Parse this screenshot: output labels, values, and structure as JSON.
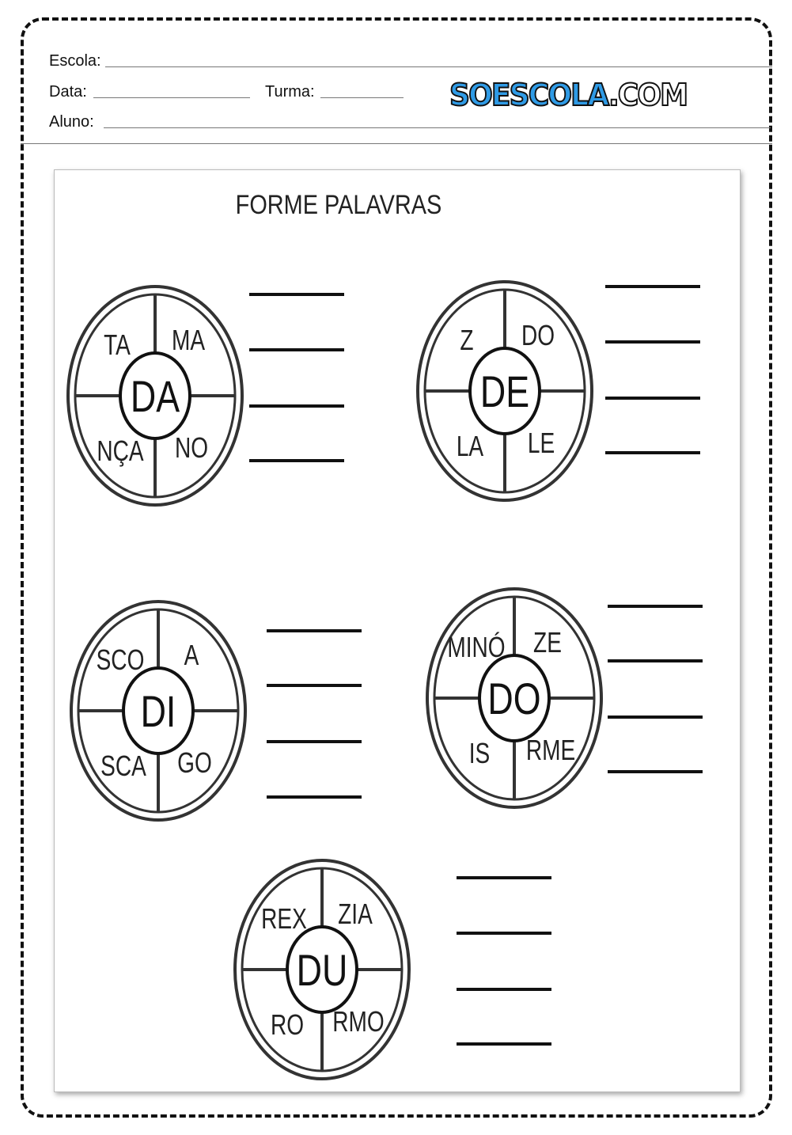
{
  "header": {
    "school_label": "Escola:",
    "date_label": "Data:",
    "class_label": "Turma:",
    "student_label": "Aluno:"
  },
  "logo": {
    "part1": "SOESCOLA",
    "part2": ".COM"
  },
  "title": "FORME PALAVRAS",
  "wheels": [
    {
      "center": "DA",
      "syllables": [
        "TA",
        "MA",
        "NÇA",
        "NO"
      ]
    },
    {
      "center": "DE",
      "syllables": [
        "Z",
        "DO",
        "LA",
        "LE"
      ]
    },
    {
      "center": "DI",
      "syllables": [
        "SCO",
        "A",
        "SCA",
        "GO"
      ]
    },
    {
      "center": "DO",
      "syllables": [
        "MINÓ",
        "ZE",
        "IS",
        "RME"
      ]
    },
    {
      "center": "DU",
      "syllables": [
        "REX",
        "ZIA",
        "RO",
        "RMO"
      ]
    }
  ]
}
